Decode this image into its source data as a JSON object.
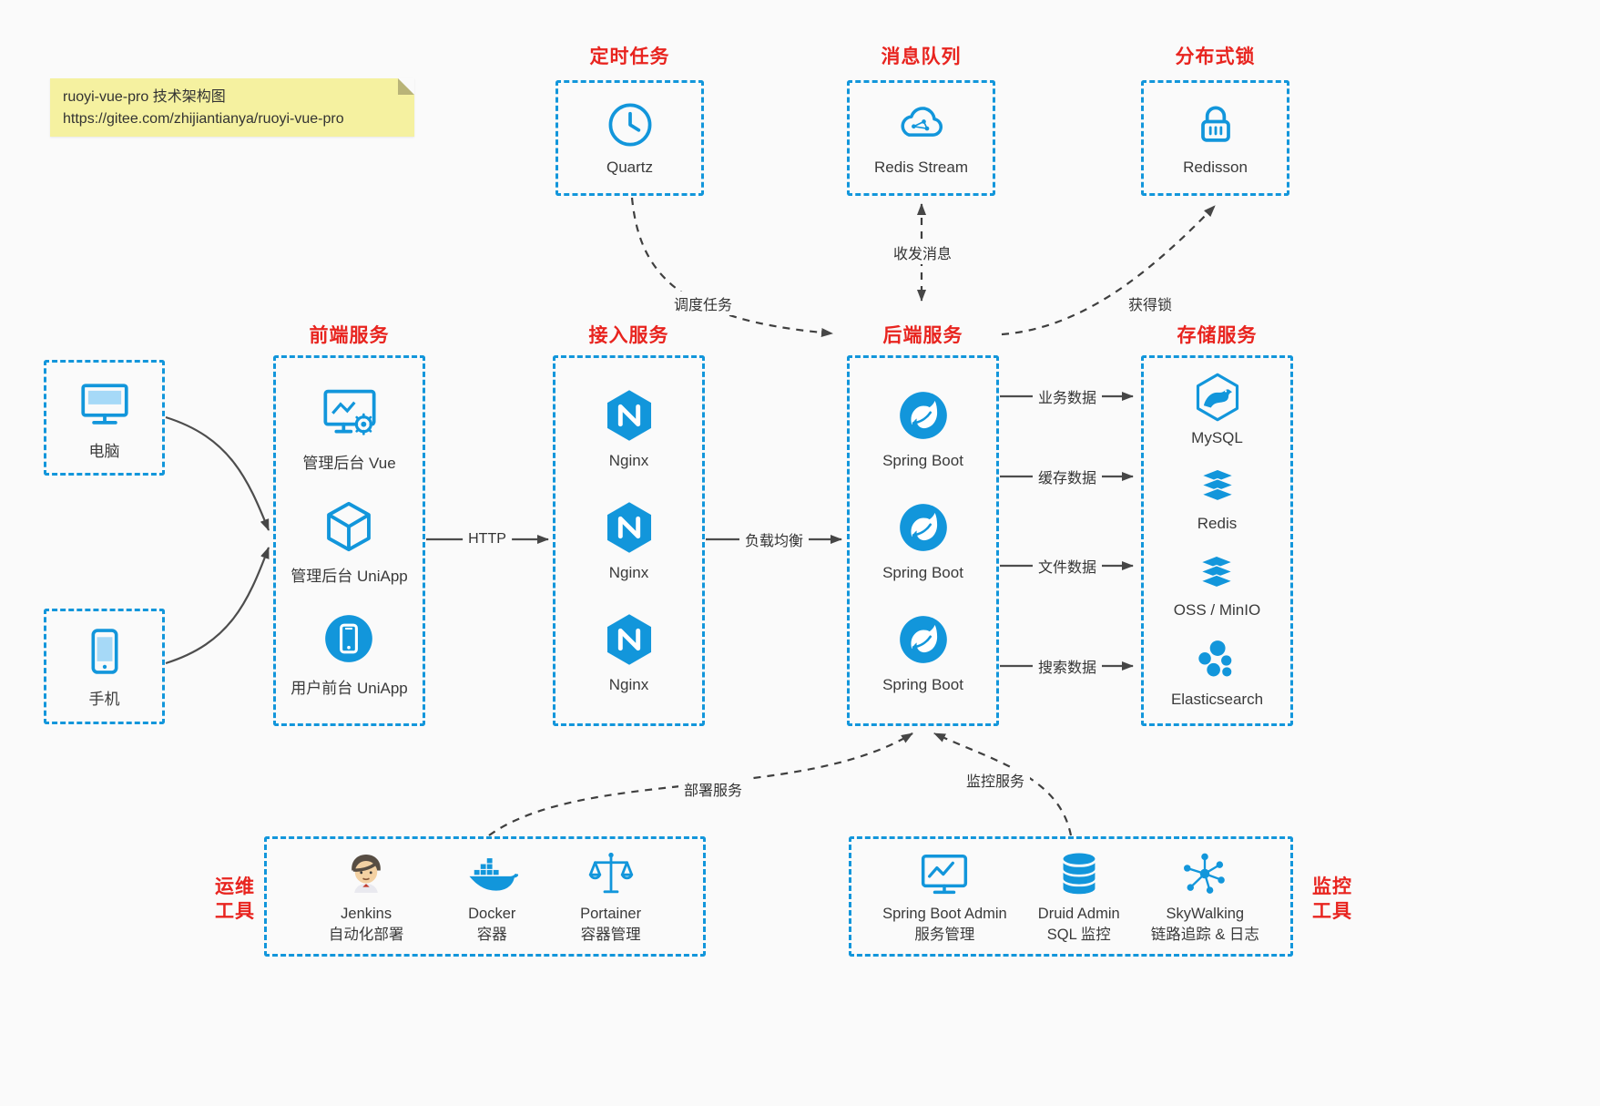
{
  "colors": {
    "blue": "#1296db",
    "red": "#e8241f",
    "note_bg": "#f5f1a0",
    "canvas_bg": "#fafafa",
    "line": "#4d4d4d"
  },
  "note": {
    "title": "ruoyi-vue-pro 技术架构图",
    "url": "https://gitee.com/zhijiantianya/ruoyi-vue-pro"
  },
  "scheduler": {
    "title": "定时任务",
    "item": "Quartz"
  },
  "mq": {
    "title": "消息队列",
    "item": "Redis Stream"
  },
  "lock": {
    "title": "分布式锁",
    "item": "Redisson"
  },
  "clients": {
    "pc": "电脑",
    "mobile": "手机"
  },
  "frontend": {
    "title": "前端服务",
    "items": [
      "管理后台 Vue",
      "管理后台 UniApp",
      "用户前台 UniApp"
    ]
  },
  "gateway": {
    "title": "接入服务",
    "items": [
      "Nginx",
      "Nginx",
      "Nginx"
    ]
  },
  "backend": {
    "title": "后端服务",
    "items": [
      "Spring Boot",
      "Spring Boot",
      "Spring Boot"
    ]
  },
  "storage": {
    "title": "存储服务",
    "items": [
      "MySQL",
      "Redis",
      "OSS / MinIO",
      "Elasticsearch"
    ]
  },
  "edges": {
    "http": "HTTP",
    "load_balance": "负载均衡",
    "schedule": "调度任务",
    "message": "收发消息",
    "acquire_lock": "获得锁",
    "biz_data": "业务数据",
    "cache_data": "缓存数据",
    "file_data": "文件数据",
    "search_data": "搜索数据",
    "deploy": "部署服务",
    "monitor": "监控服务"
  },
  "ops": {
    "side_title": "运维\n工具",
    "items": [
      {
        "name": "Jenkins",
        "desc": "自动化部署"
      },
      {
        "name": "Docker",
        "desc": "容器"
      },
      {
        "name": "Portainer",
        "desc": "容器管理"
      }
    ]
  },
  "monitoring": {
    "side_title": "监控\n工具",
    "items": [
      {
        "name": "Spring Boot Admin",
        "desc": "服务管理"
      },
      {
        "name": "Druid Admin",
        "desc": "SQL 监控"
      },
      {
        "name": "SkyWalking",
        "desc": "链路追踪 & 日志"
      }
    ]
  }
}
